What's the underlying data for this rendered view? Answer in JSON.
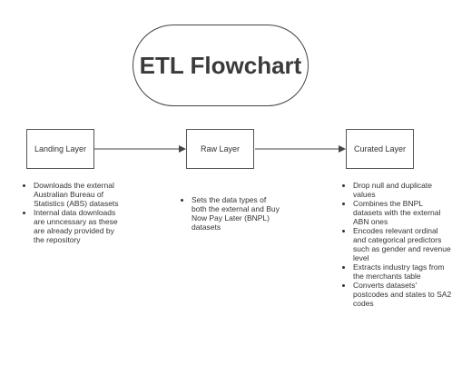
{
  "title": "ETL Flowchart",
  "colors": {
    "stroke": "#444444",
    "text": "#333333",
    "background": "#ffffff"
  },
  "layers": [
    {
      "label": "Landing Layer",
      "notes": [
        "Downloads the external Australian Bureau of Statistics (ABS) datasets",
        "Internal data downloads are unncessary as these are already provided by the repository"
      ]
    },
    {
      "label": "Raw Layer",
      "notes": [
        "Sets the data types of both the external and Buy Now Pay Later (BNPL) datasets"
      ]
    },
    {
      "label": "Curated Layer",
      "notes": [
        "Drop null and duplicate values",
        "Combines the BNPL datasets with the external ABN ones",
        "Encodes relevant ordinal and categorical predictors such as gender and revenue level",
        "Extracts industry tags from the merchants table",
        "Converts datasets' postcodes and states to SA2 codes"
      ]
    }
  ]
}
